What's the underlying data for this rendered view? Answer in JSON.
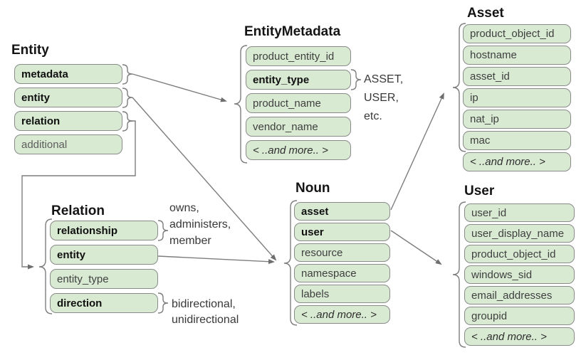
{
  "colors": {
    "row_fill": "#d9ead3",
    "row_border": "#8a8a8a",
    "connector": "#7d7d7d",
    "title_text": "#141414",
    "row_text": "#3f3f3f",
    "background": "#ffffff"
  },
  "boxes": {
    "entity": {
      "title": "Entity",
      "rows": [
        "metadata",
        "entity",
        "relation",
        "additional"
      ]
    },
    "entity_metadata": {
      "title": "EntityMetadata",
      "rows": [
        "product_entity_id",
        "entity_type",
        "product_name",
        "vendor_name",
        "< ..and more.. >"
      ]
    },
    "asset": {
      "title": "Asset",
      "rows": [
        "product_object_id",
        "hostname",
        "asset_id",
        "ip",
        "nat_ip",
        "mac",
        "< ..and more.. >"
      ]
    },
    "noun": {
      "title": "Noun",
      "rows": [
        "asset",
        "user",
        "resource",
        "namespace",
        "labels",
        "< ..and more.. >"
      ]
    },
    "relation": {
      "title": "Relation",
      "rows": [
        "relationship",
        "entity",
        "entity_type",
        "direction"
      ]
    },
    "user": {
      "title": "User",
      "rows": [
        "user_id",
        "user_display_name",
        "product_object_id",
        "windows_sid",
        "email_addresses",
        "groupid",
        "< ..and more.. >"
      ]
    }
  },
  "annotations": {
    "entity_type_values": {
      "lines": [
        "ASSET,",
        "USER,",
        "etc."
      ]
    },
    "relationship_values": {
      "lines": [
        "owns,",
        "administers,",
        "member"
      ]
    },
    "direction_values": {
      "lines": [
        "bidirectional,",
        "unidirectional"
      ]
    }
  }
}
